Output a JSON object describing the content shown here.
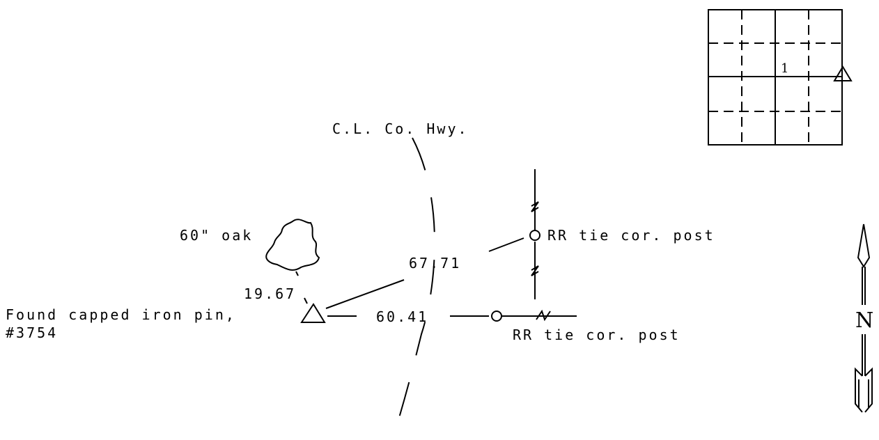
{
  "labels": {
    "road": "C.L. Co. Hwy.",
    "tree": "60\" oak",
    "rr_post_upper": "RR tie cor. post",
    "rr_post_lower": "RR tie cor. post",
    "pin_line1": "Found capped iron pin,",
    "pin_line2": "#3754",
    "dist_tree": "19.67",
    "dist_upper_post": "67.71",
    "dist_lower_post": "60.41",
    "section_number": "1",
    "north": "N"
  },
  "section_grid": {
    "rows": 4,
    "cols": 4,
    "highlighted_row_line": 2,
    "marker": "solid-triangle-icon"
  },
  "colors": {
    "ink": "#000000",
    "paper": "#ffffff"
  }
}
